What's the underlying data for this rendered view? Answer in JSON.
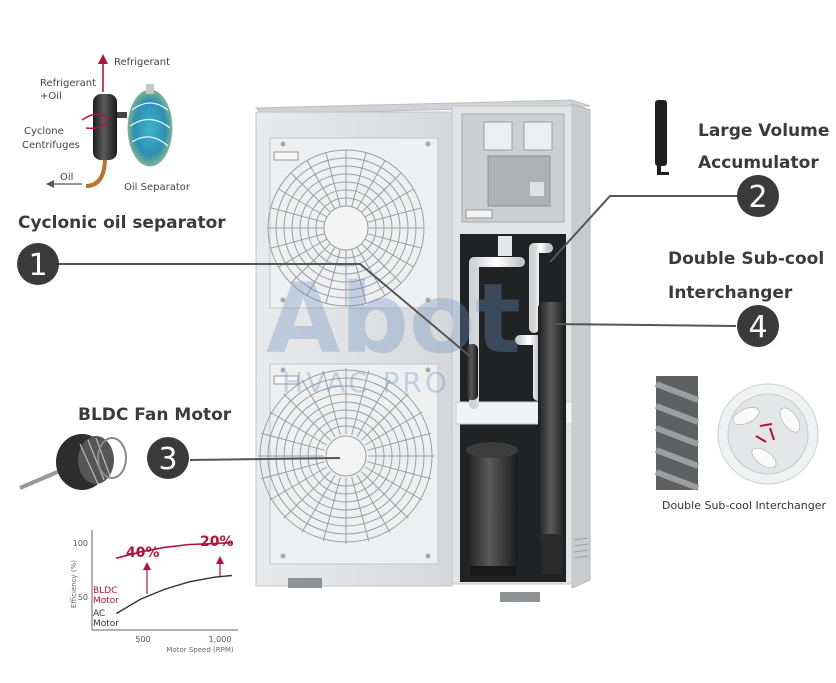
{
  "labels": {
    "cyclonic_oil_separator": "Cyclonic oil separator",
    "large_volume": "Large Volume",
    "accumulator": "Accumulator",
    "double_subcool_l1": "Double Sub-cool",
    "double_subcool_l2": "Interchanger",
    "bldc_fan_motor": "BLDC Fan Motor",
    "double_subcool_caption": "Double Sub-cool Interchanger"
  },
  "separator_inset": {
    "refrigerant_out": "Refrigerant",
    "refrigerant_oil_l1": "Refrigerant",
    "refrigerant_oil_l2": "+Oil",
    "cyclone_l1": "Cyclone",
    "cyclone_l2": "Centrifuges",
    "oil": "Oil",
    "oil_separator": "Oil Separator"
  },
  "callouts": [
    "1",
    "2",
    "3",
    "4"
  ],
  "watermark": {
    "line1": "Abot",
    "line2": "HVAC PRO"
  },
  "colors": {
    "callout": "#3a3a3a",
    "accent": "#b5123a",
    "line": "#444444"
  },
  "chart_data": {
    "type": "line",
    "ylabel": "Efficiency (%)",
    "xlabel": "Motor Speed (RPM)",
    "x_ticks": [
      "500",
      "1,000"
    ],
    "y_ticks": [
      "50",
      "100"
    ],
    "xlim": [
      0,
      1200
    ],
    "ylim": [
      0,
      110
    ],
    "series": [
      {
        "name": "BLDC Motor",
        "color": "#b5123a",
        "x": [
          0,
          200,
          400,
          600,
          800,
          1000,
          1150
        ],
        "y": [
          64,
          79,
          86,
          91,
          94,
          95,
          96
        ]
      },
      {
        "name": "AC Motor",
        "color": "#333333",
        "x": [
          0,
          200,
          400,
          600,
          800,
          1000,
          1150
        ],
        "y": [
          2,
          18,
          34,
          45,
          53,
          58,
          60
        ]
      }
    ],
    "annotations": [
      "40%",
      "20%"
    ]
  }
}
